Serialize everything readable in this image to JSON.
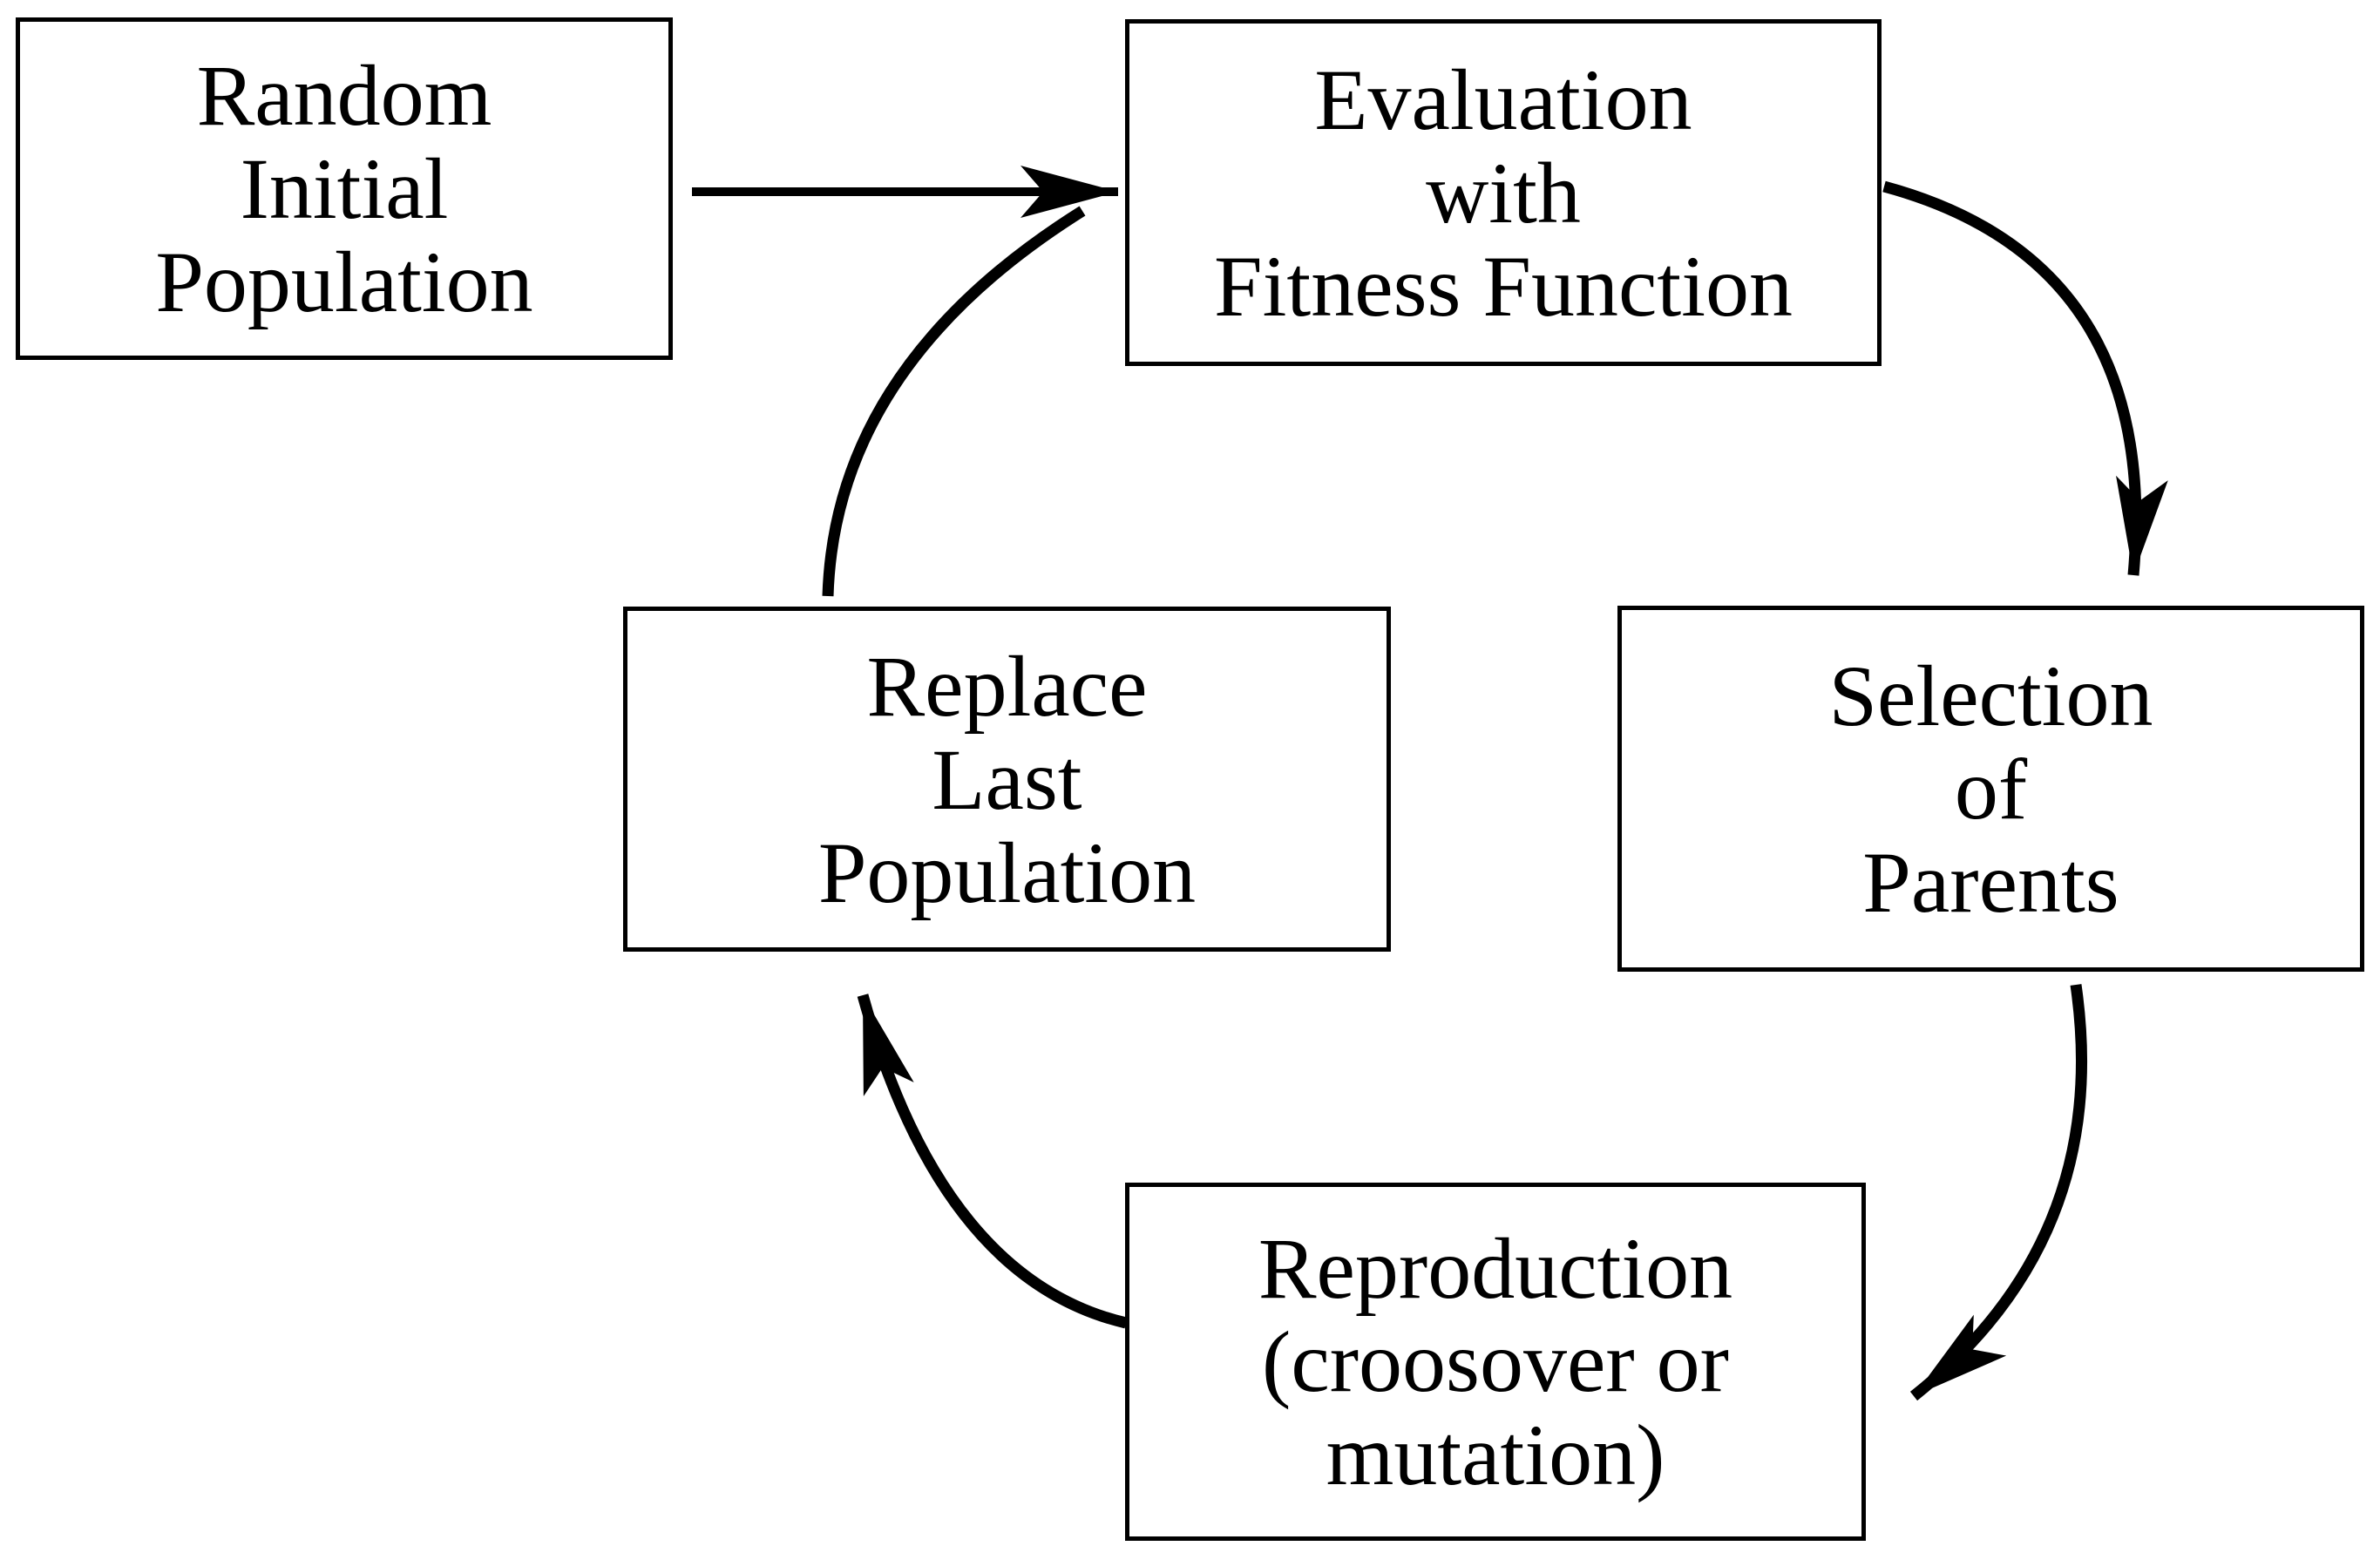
{
  "diagram": {
    "background_color": "#ffffff",
    "stroke_color": "#000000",
    "text_color": "#000000",
    "boxes": [
      {
        "id": "random-initial-population",
        "lines": [
          "Random",
          "Initial",
          "Population"
        ]
      },
      {
        "id": "evaluation-with-fitness-function",
        "lines": [
          "Evaluation",
          "with",
          "Fitness Function"
        ]
      },
      {
        "id": "selection-of-parents",
        "lines": [
          "Selection",
          "of",
          "Parents"
        ]
      },
      {
        "id": "replace-last-population",
        "lines": [
          "Replace",
          "Last",
          "Population"
        ]
      },
      {
        "id": "reproduction-crossover-or-mutation",
        "lines": [
          "Reproduction",
          "(croosover or",
          "mutation)"
        ]
      }
    ],
    "edges": [
      {
        "from": "random-initial-population",
        "to": "evaluation-with-fitness-function"
      },
      {
        "from": "evaluation-with-fitness-function",
        "to": "selection-of-parents"
      },
      {
        "from": "selection-of-parents",
        "to": "reproduction-crossover-or-mutation"
      },
      {
        "from": "reproduction-crossover-or-mutation",
        "to": "replace-last-population"
      },
      {
        "from": "replace-last-population",
        "to": "evaluation-with-fitness-function"
      }
    ]
  }
}
